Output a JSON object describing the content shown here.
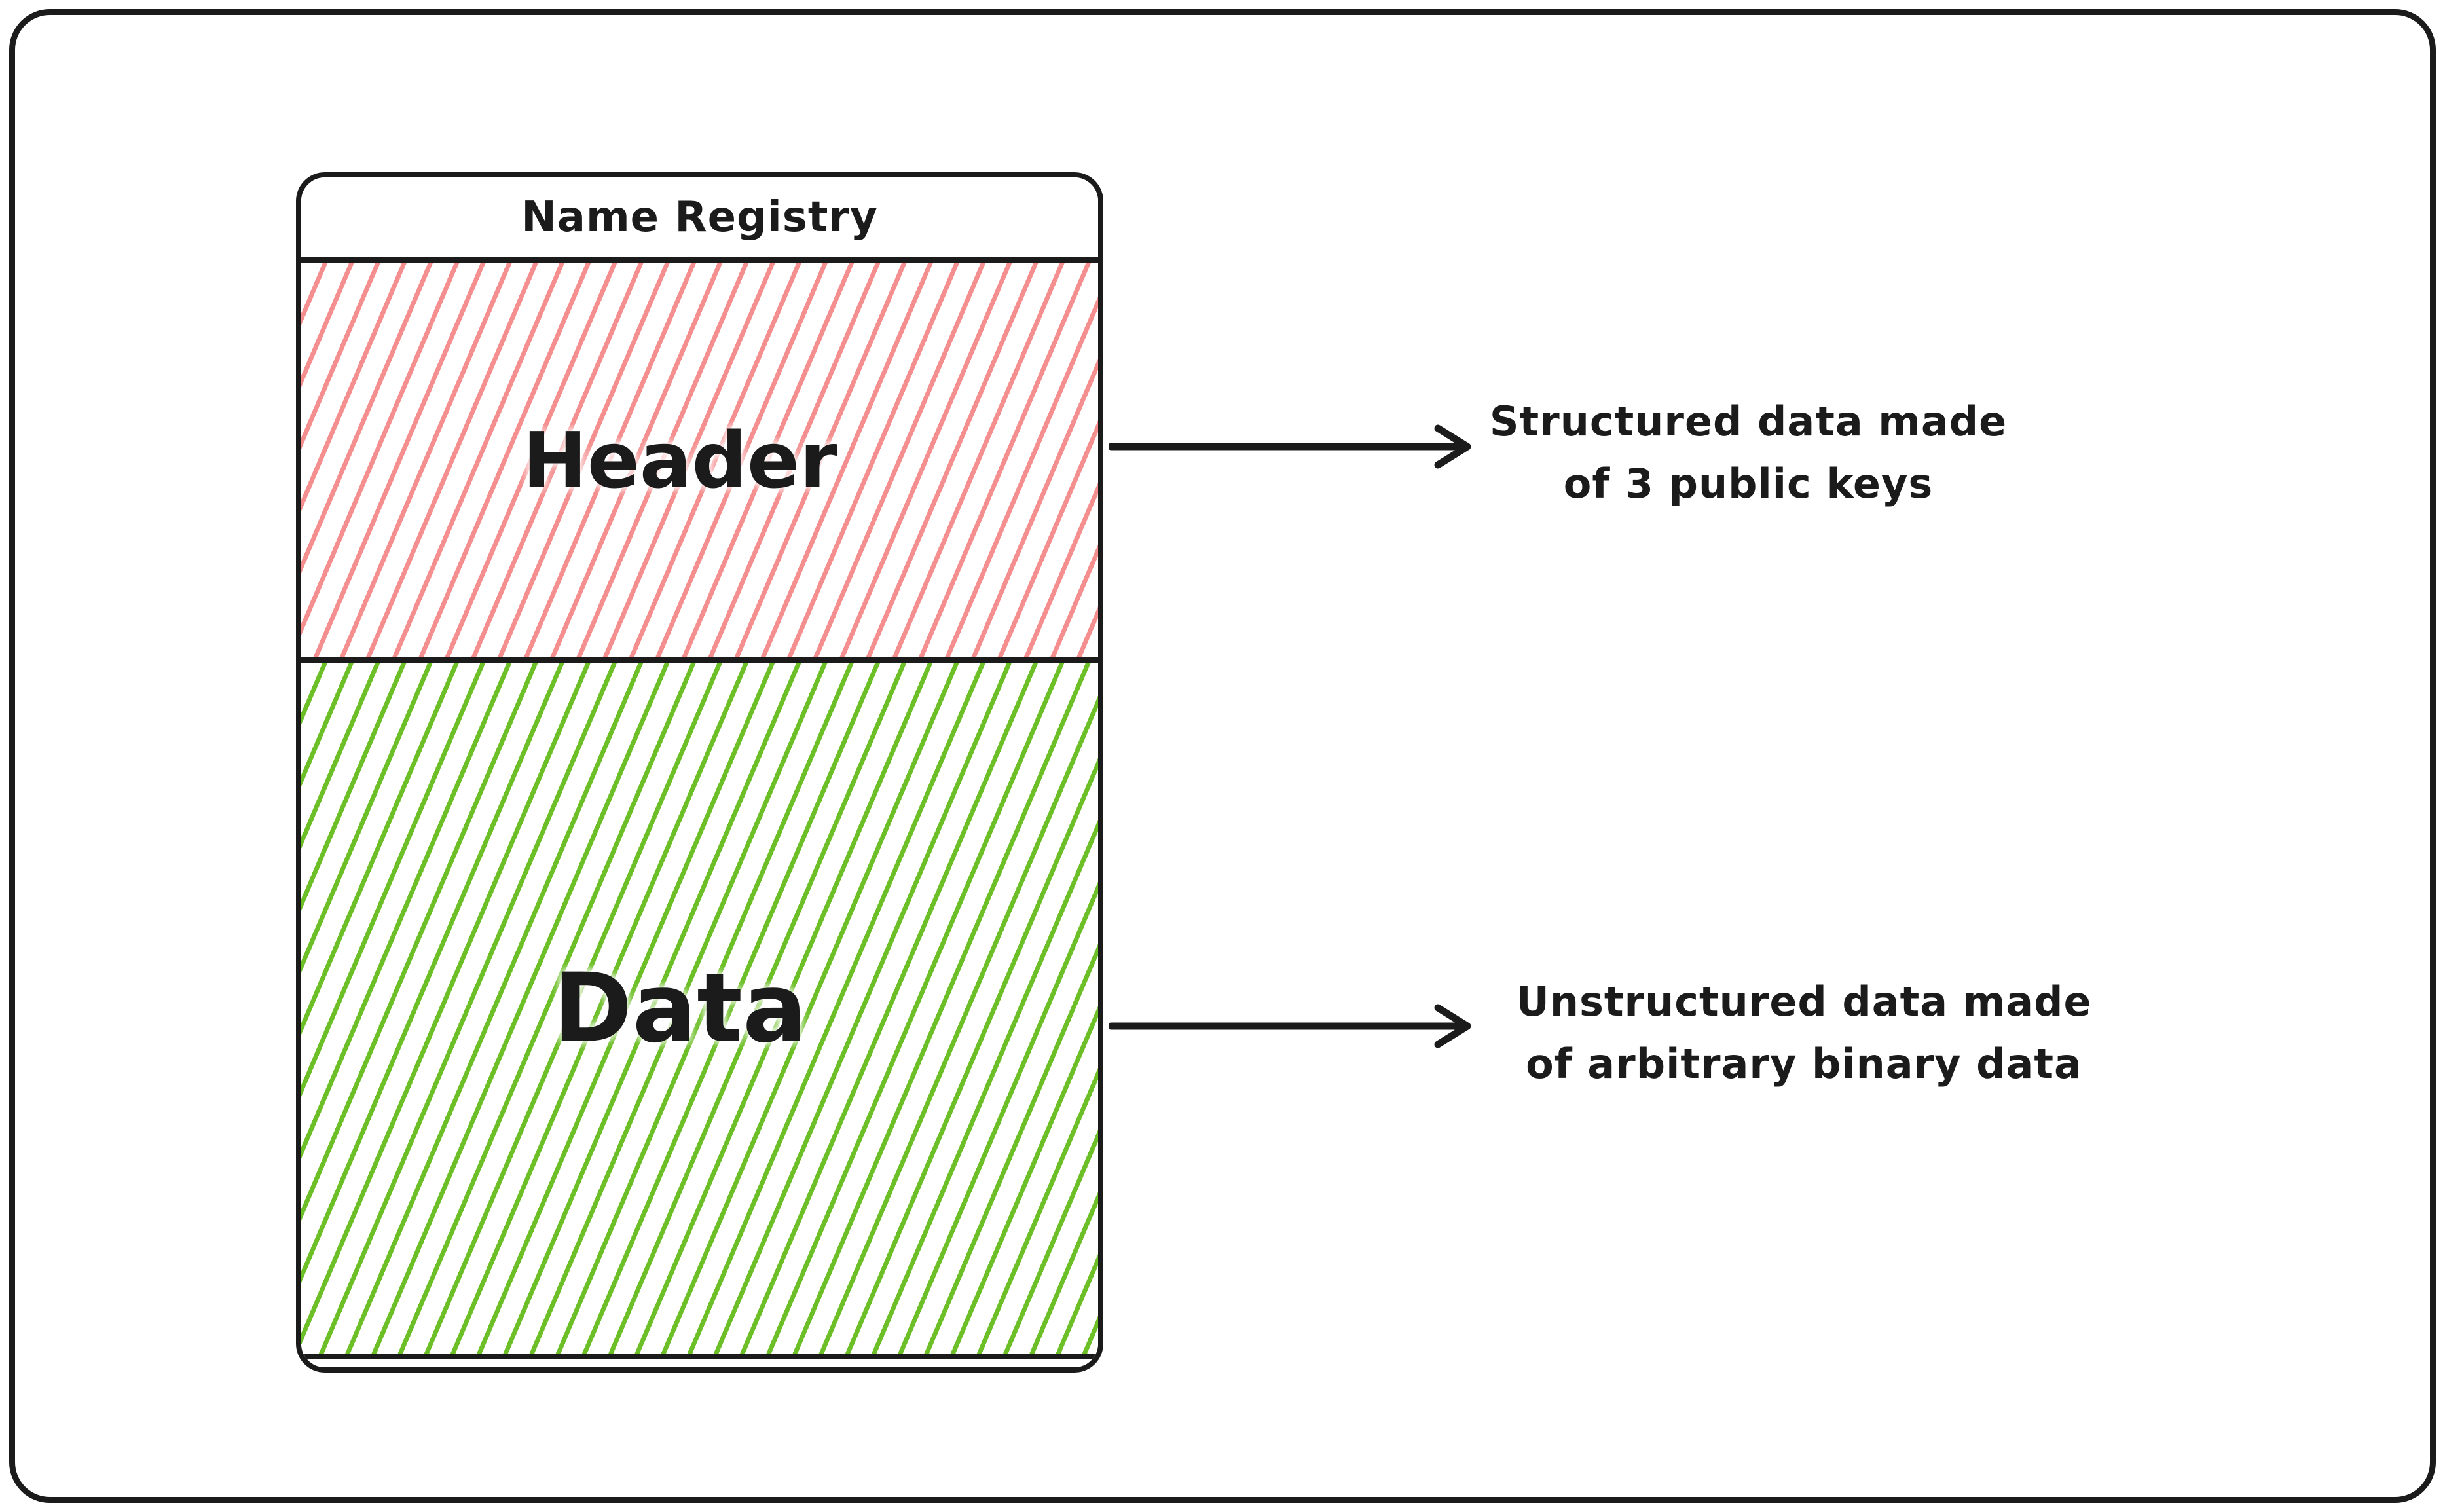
{
  "registry": {
    "title": "Name Registry",
    "sections": [
      {
        "id": "header",
        "label": "Header",
        "hatch": "red"
      },
      {
        "id": "data",
        "label": "Data",
        "hatch": "green"
      }
    ]
  },
  "annotations": [
    {
      "target": "header",
      "lines": [
        "Structured data made",
        "of 3 public keys"
      ]
    },
    {
      "target": "data",
      "lines": [
        "Unstructured data made",
        "of arbitrary binary data"
      ]
    }
  ],
  "colors": {
    "ink": "#1b1b1b",
    "hatch_red": "#f58e8e",
    "hatch_green": "#6dbf27",
    "background": "#ffffff"
  }
}
